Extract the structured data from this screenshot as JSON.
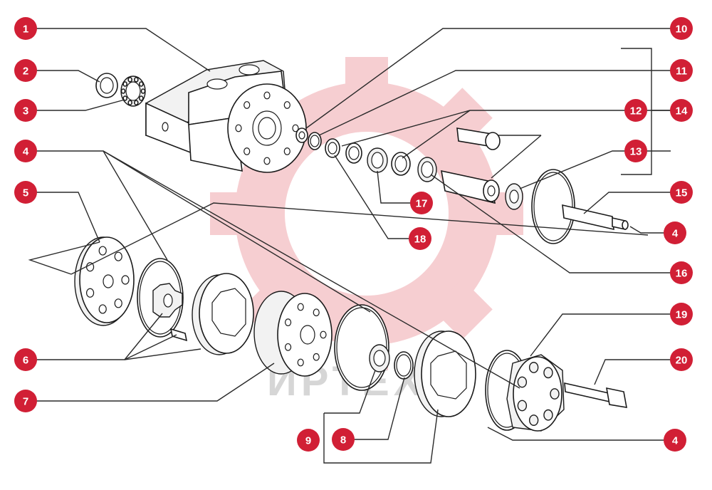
{
  "diagram": {
    "badge_color": "#d11f35",
    "watermark_color": "#f6c9cd",
    "watermark_text": "ИРТЕХ",
    "callouts": [
      {
        "id": "c1",
        "label": "1"
      },
      {
        "id": "c2",
        "label": "2"
      },
      {
        "id": "c3",
        "label": "3"
      },
      {
        "id": "c4a",
        "label": "4"
      },
      {
        "id": "c5",
        "label": "5"
      },
      {
        "id": "c6",
        "label": "6"
      },
      {
        "id": "c7",
        "label": "7"
      },
      {
        "id": "c8",
        "label": "8"
      },
      {
        "id": "c9",
        "label": "9"
      },
      {
        "id": "c10",
        "label": "10"
      },
      {
        "id": "c11",
        "label": "11"
      },
      {
        "id": "c12",
        "label": "12"
      },
      {
        "id": "c13",
        "label": "13"
      },
      {
        "id": "c14",
        "label": "14"
      },
      {
        "id": "c15",
        "label": "15"
      },
      {
        "id": "c4b",
        "label": "4"
      },
      {
        "id": "c16",
        "label": "16"
      },
      {
        "id": "c17",
        "label": "17"
      },
      {
        "id": "c18",
        "label": "18"
      },
      {
        "id": "c19",
        "label": "19"
      },
      {
        "id": "c20",
        "label": "20"
      },
      {
        "id": "c4c",
        "label": "4"
      }
    ]
  }
}
